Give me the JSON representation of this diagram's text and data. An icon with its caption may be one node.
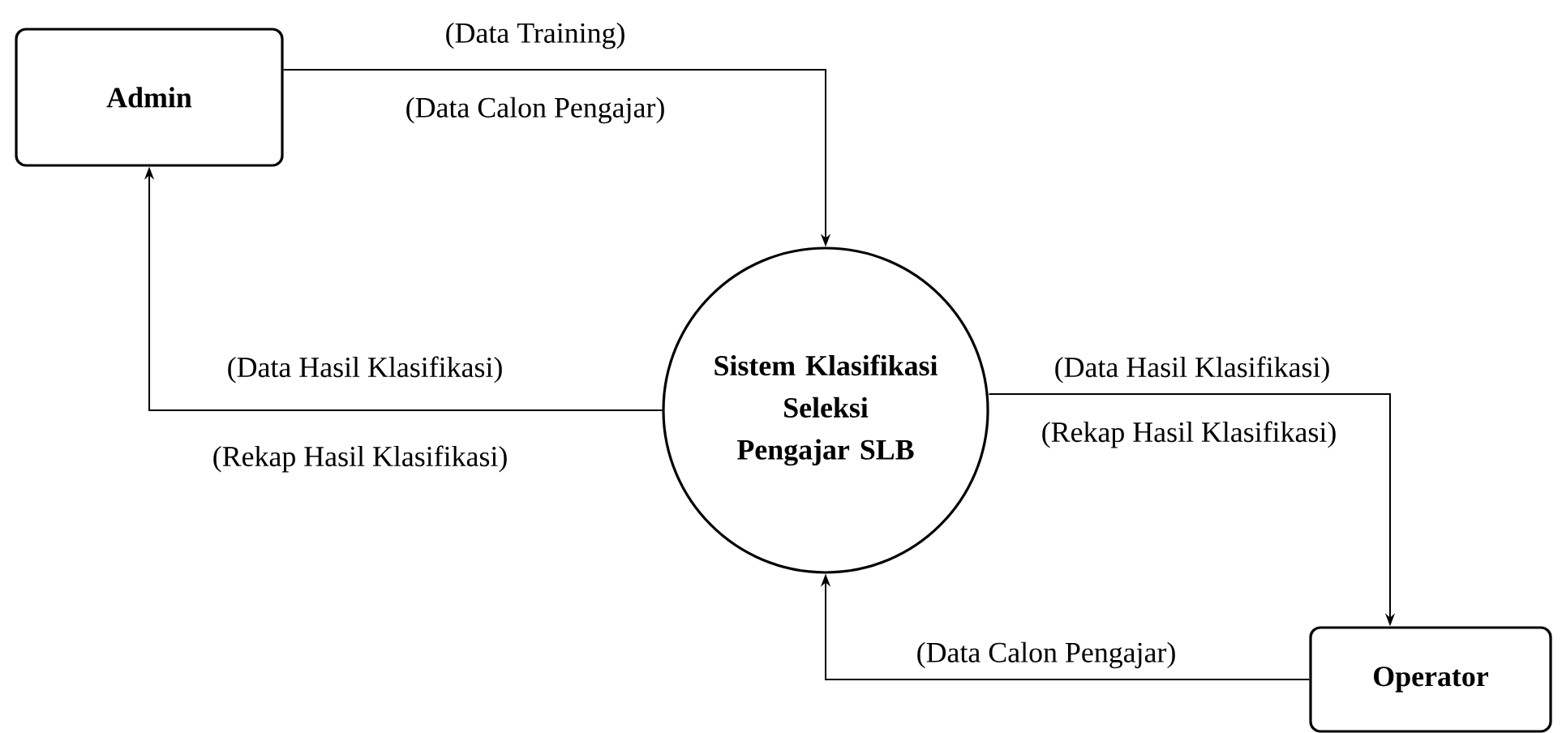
{
  "diagram": {
    "nodes": [
      {
        "text": [
          "Admin"
        ]
      },
      {
        "text": [
          "Sistem Klasifikasi Seleksi Pengajar SLB"
        ]
      },
      {
        "text": [
          "Operator"
        ]
      }
    ],
    "edges": [
      {
        "from": 0,
        "to": 1,
        "arrow": "to",
        "label": "(Data Training)"
      },
      {
        "from": 1,
        "to": 0,
        "arrow": "to",
        "label": "(Data Hasil Klasifikasi)"
      },
      {
        "from": 1,
        "to": 2,
        "arrow": "to",
        "label": "(Data Hasil Klasifikasi)"
      },
      {
        "from": 2,
        "to": 1,
        "arrow": "to",
        "label": "(Data Calon Pengajar)"
      }
    ],
    "labels": [
      "(Data Calon Pengajar)",
      "(Rekap Hasil Klasifikasi)",
      "(Rekap Hasil Klasifikasi)"
    ]
  }
}
